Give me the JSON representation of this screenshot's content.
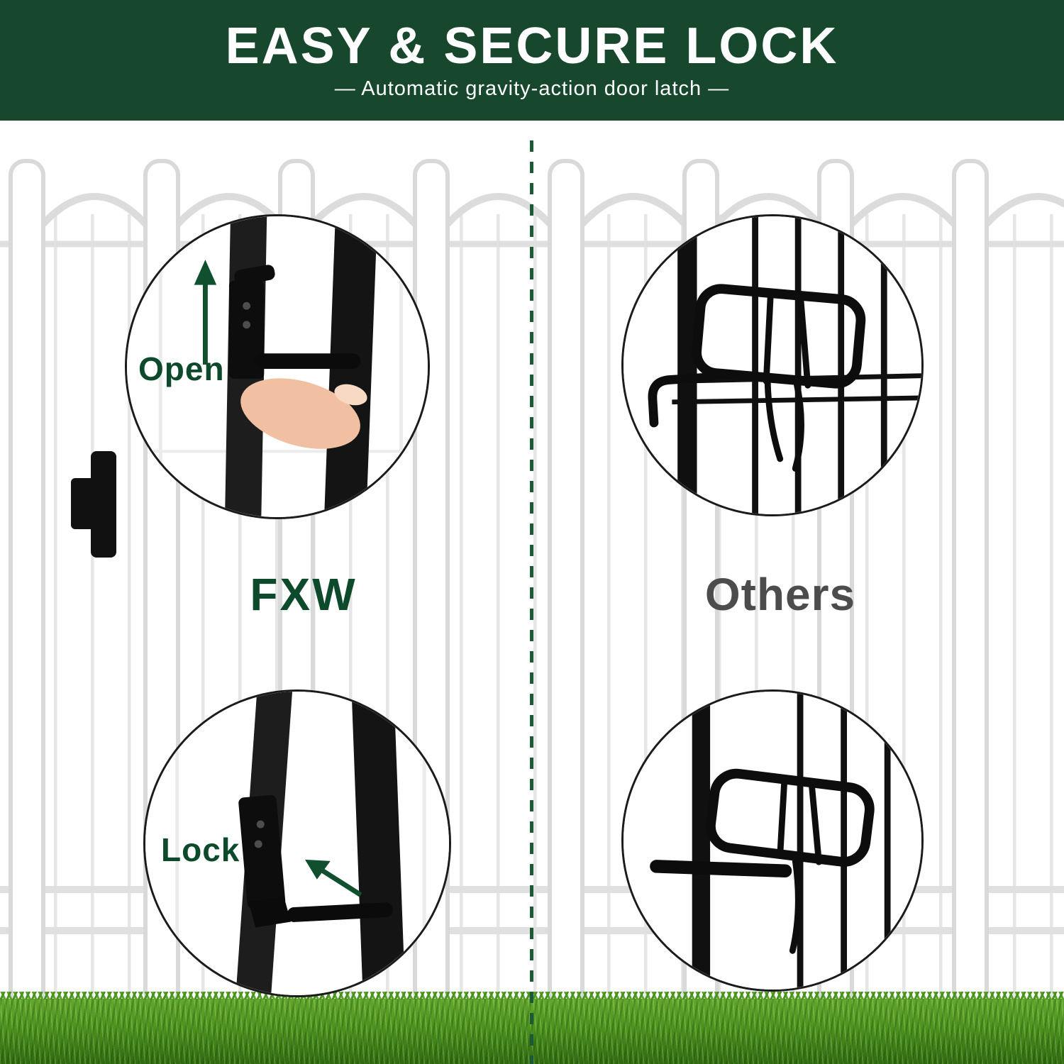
{
  "banner": {
    "title": "EASY & SECURE LOCK",
    "subtitle": "—  Automatic gravity-action door latch  —",
    "bg_color": "#17482e",
    "text_color": "#ffffff"
  },
  "comparison": {
    "divider_color": "#1c5937",
    "fxw": {
      "brand": "FXW",
      "accent_color": "#0d4a2c",
      "callouts": [
        {
          "label": "Open",
          "icon": "up-arrow-icon"
        },
        {
          "label": "Lock",
          "icon": "diagonal-arrow-icon"
        }
      ]
    },
    "others": {
      "brand": "Others",
      "text_color": "#4c4c4c"
    }
  },
  "colors": {
    "grass": "#4d921d",
    "latch_metal": "#111111",
    "fence_wire": "#e2e2e2"
  }
}
